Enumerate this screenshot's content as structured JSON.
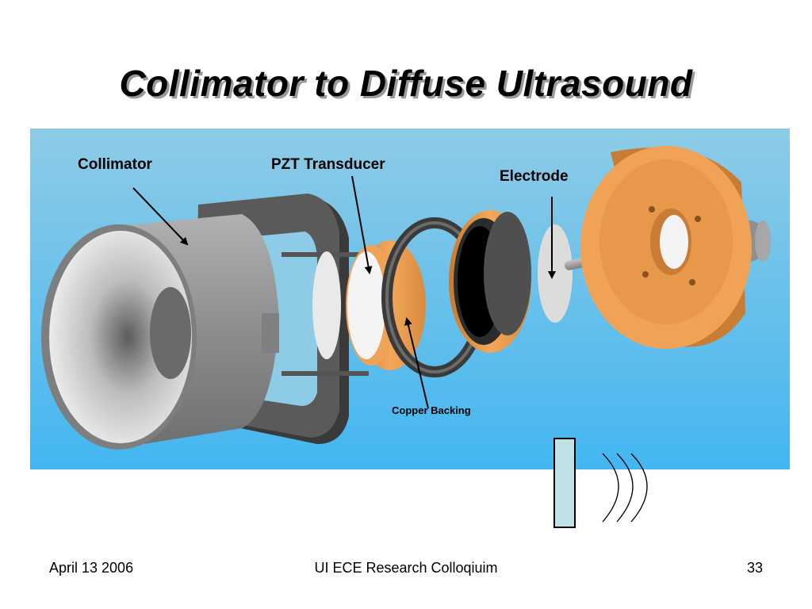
{
  "slide": {
    "title": "Collimator to Diffuse Ultrasound"
  },
  "diagram": {
    "labels": {
      "collimator": "Collimator",
      "pzt_transducer": "PZT Transducer",
      "electrode": "Electrode",
      "copper_backing": "Copper Backing"
    },
    "colors": {
      "background_top": "#8ecbe6",
      "background_bottom": "#43b6f0",
      "copper": "#f0a356",
      "metal_gray": "#8f9091",
      "dark_gray": "#4a4a4a"
    }
  },
  "footer": {
    "date": "April 13 2006",
    "event": "UI ECE Research Colloqiuim",
    "page_number": "33"
  }
}
